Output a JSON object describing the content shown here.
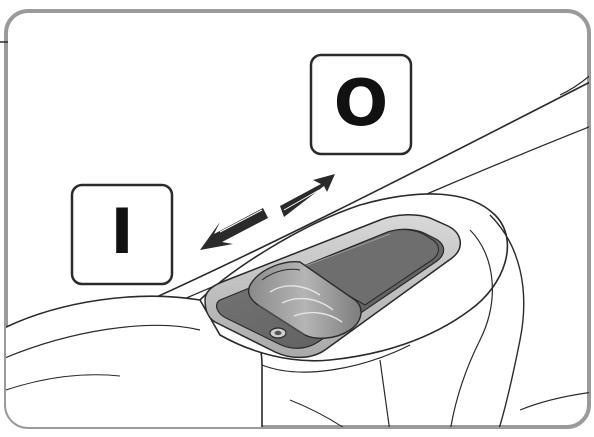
{
  "illustration": {
    "subject": "switch-on-off-illustration",
    "symbols": {
      "on": "I",
      "off": "O"
    },
    "icons": [
      "switch-on-symbol-icon",
      "switch-off-symbol-icon",
      "arrow-left-icon",
      "arrow-right-icon",
      "slide-switch-icon"
    ],
    "colors": {
      "frame": "#9a9a9a",
      "line": "#2a2a2a",
      "shade_dark": "#6f6f6f",
      "shade_mid": "#9b9b9b",
      "shade_light": "#c8c8c8",
      "background": "#ffffff"
    }
  }
}
